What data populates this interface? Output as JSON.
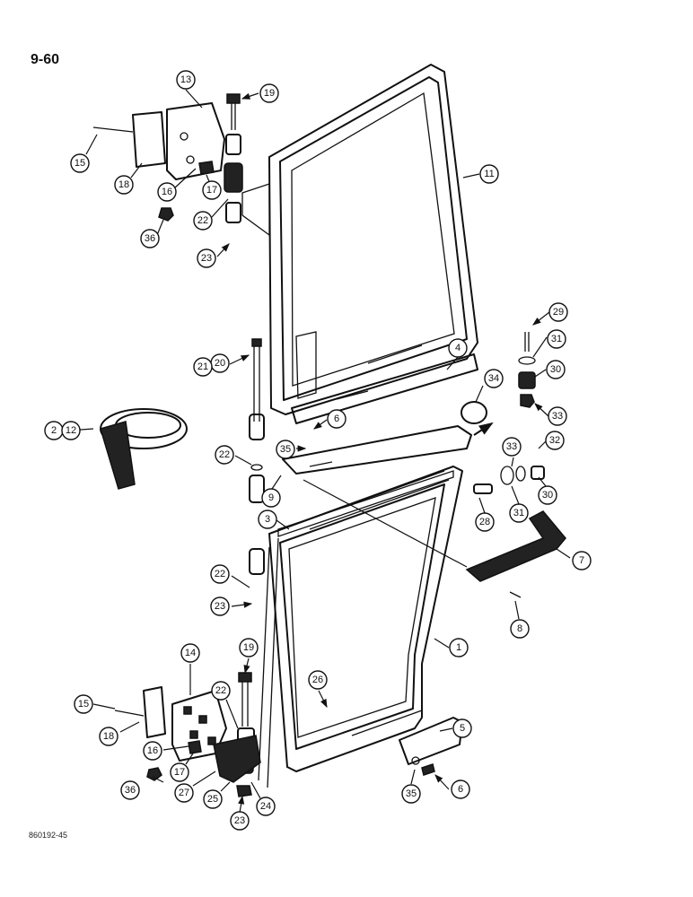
{
  "page_number": "9-60",
  "drawing_code": "860192-45",
  "callouts": [
    {
      "id": "c13a",
      "label": "13"
    },
    {
      "id": "c19a",
      "label": "19"
    },
    {
      "id": "c15a",
      "label": "15"
    },
    {
      "id": "c18a",
      "label": "18"
    },
    {
      "id": "c16a",
      "label": "16"
    },
    {
      "id": "c17a",
      "label": "17"
    },
    {
      "id": "c36a",
      "label": "36"
    },
    {
      "id": "c22a",
      "label": "22"
    },
    {
      "id": "c23a",
      "label": "23"
    },
    {
      "id": "c11",
      "label": "11"
    },
    {
      "id": "c29",
      "label": "29"
    },
    {
      "id": "c31a",
      "label": "31"
    },
    {
      "id": "c30a",
      "label": "30"
    },
    {
      "id": "c33a",
      "label": "33"
    },
    {
      "id": "c32",
      "label": "32"
    },
    {
      "id": "c4",
      "label": "4"
    },
    {
      "id": "c34",
      "label": "34"
    },
    {
      "id": "c20",
      "label": "20"
    },
    {
      "id": "c21",
      "label": "21"
    },
    {
      "id": "c2",
      "label": "2"
    },
    {
      "id": "c12",
      "label": "12"
    },
    {
      "id": "c6a",
      "label": "6"
    },
    {
      "id": "c35a",
      "label": "35"
    },
    {
      "id": "c22b",
      "label": "22"
    },
    {
      "id": "c9",
      "label": "9"
    },
    {
      "id": "c33b",
      "label": "33"
    },
    {
      "id": "c30b",
      "label": "30"
    },
    {
      "id": "c28",
      "label": "28"
    },
    {
      "id": "c31b",
      "label": "31"
    },
    {
      "id": "c3",
      "label": "3"
    },
    {
      "id": "c7",
      "label": "7"
    },
    {
      "id": "c22c",
      "label": "22"
    },
    {
      "id": "c23b",
      "label": "23"
    },
    {
      "id": "c8",
      "label": "8"
    },
    {
      "id": "c1",
      "label": "1"
    },
    {
      "id": "c14",
      "label": "14"
    },
    {
      "id": "c19b",
      "label": "19"
    },
    {
      "id": "c22d",
      "label": "22"
    },
    {
      "id": "c26",
      "label": "26"
    },
    {
      "id": "c15b",
      "label": "15"
    },
    {
      "id": "c18b",
      "label": "18"
    },
    {
      "id": "c5",
      "label": "5"
    },
    {
      "id": "c16b",
      "label": "16"
    },
    {
      "id": "c17b",
      "label": "17"
    },
    {
      "id": "c36b",
      "label": "36"
    },
    {
      "id": "c27",
      "label": "27"
    },
    {
      "id": "c25",
      "label": "25"
    },
    {
      "id": "c24",
      "label": "24"
    },
    {
      "id": "c23c",
      "label": "23"
    },
    {
      "id": "c35b",
      "label": "35"
    },
    {
      "id": "c6b",
      "label": "6"
    }
  ]
}
